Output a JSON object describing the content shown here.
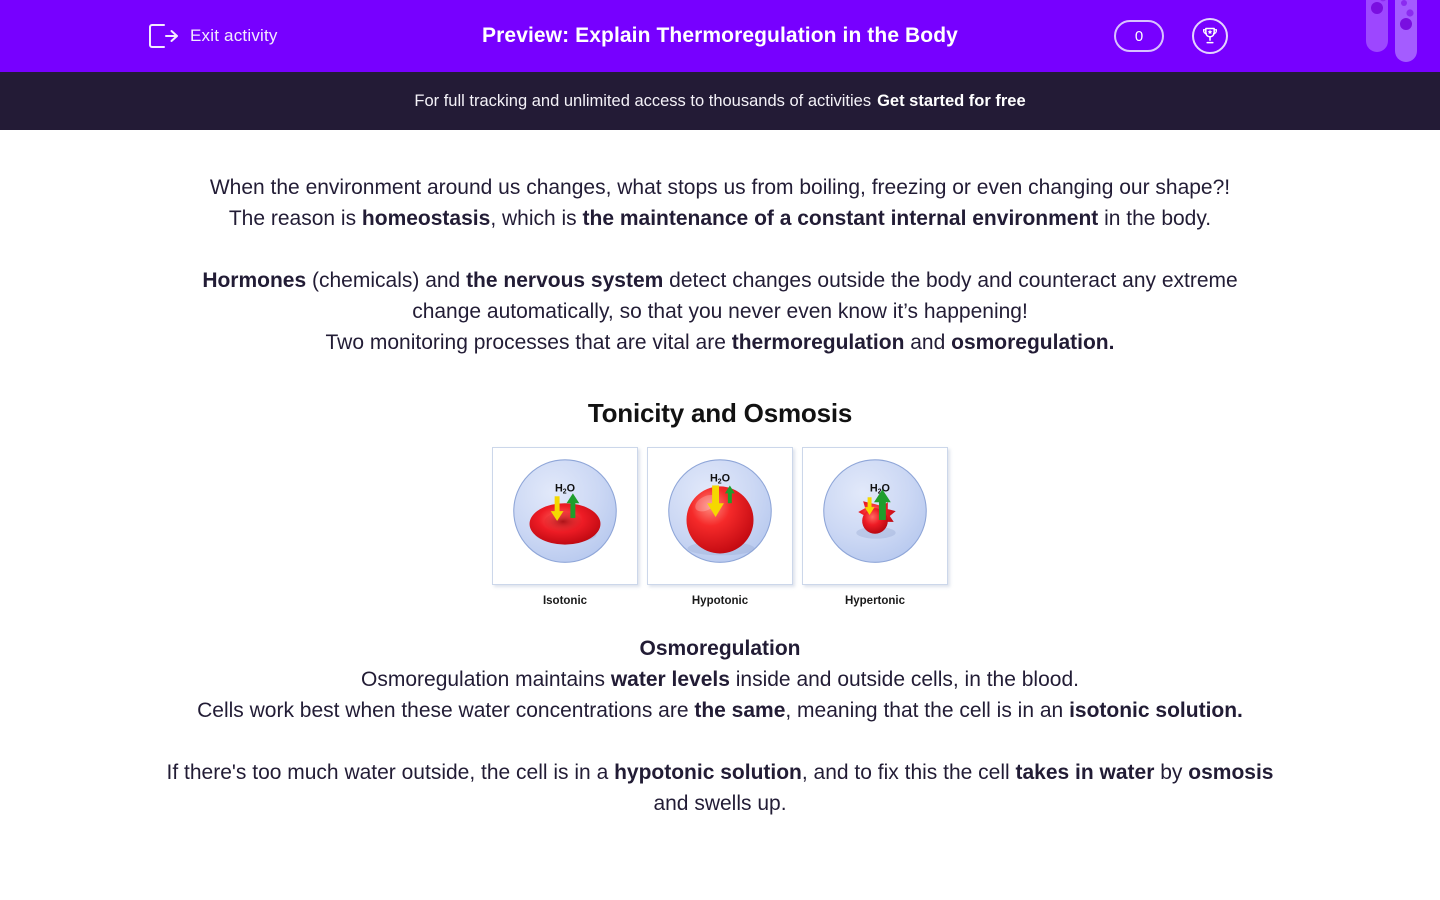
{
  "header": {
    "exit_label": "Exit activity",
    "exit_icon": "exit-arrow-icon",
    "title": "Preview: Explain Thermoregulation in the Body",
    "score_value": "0",
    "trophy_icon": "trophy-icon",
    "decoration_icon": "test-tubes-icon",
    "background_color": "#7700ff"
  },
  "promo": {
    "text": "For full tracking and unlimited access to thousands of activities",
    "cta_label": "Get started for free",
    "background_color": "#231b36"
  },
  "content": {
    "intro": {
      "line1_a": "When the environment around us changes, what stops us from boiling, freezing or even changing our shape?!",
      "line2_a": "The reason is ",
      "line2_b": "homeostasis",
      "line2_c": ", which is ",
      "line2_d": "the maintenance of a constant internal environment",
      "line2_e": " in the body."
    },
    "hormones": {
      "b1": "Hormones",
      "t1": " (chemicals) and ",
      "b2": "the nervous system",
      "t2": " detect changes outside the body and counteract any extreme change automatically, so that you never even know it’s happening!",
      "t3": "Two monitoring processes that are vital are ",
      "b3": "thermoregulation",
      "t4": " and ",
      "b4": "osmoregulation."
    },
    "figure": {
      "title": "Tonicity and Osmosis",
      "panels": [
        {
          "label": "Isotonic",
          "cell_shape": "biconcave-red-blood-cell",
          "water_in_size": "equal",
          "water_out_size": "equal",
          "molecule_label": "H₂O"
        },
        {
          "label": "Hypotonic",
          "cell_shape": "swollen-round-cell",
          "water_in_size": "large",
          "water_out_size": "small",
          "molecule_label": "H₂O"
        },
        {
          "label": "Hypertonic",
          "cell_shape": "shriveled-crenated-cell",
          "water_in_size": "small",
          "water_out_size": "large",
          "molecule_label": "H₂O"
        }
      ],
      "colors": {
        "solution": "#c3d2f2",
        "cell": "#ee1c25",
        "water_in_arrow": "#f5d800",
        "water_out_arrow": "#1f9e2c"
      }
    },
    "osmoregulation": {
      "heading": "Osmoregulation",
      "l1_a": "Osmoregulation maintains ",
      "l1_b": "water levels",
      "l1_c": " inside and outside cells, in the blood.",
      "l2_a": "Cells work best when these water concentrations are ",
      "l2_b": "the same",
      "l2_c": ", meaning that the cell is in an ",
      "l2_d": "isotonic solution."
    },
    "hypotonic": {
      "a": "If there's too much water outside, the cell is in a ",
      "b": "hypotonic solution",
      "c": ", and to fix this the cell ",
      "d": "takes in water",
      "e": " by ",
      "f": "osmosis",
      "g": " and swells up."
    }
  }
}
